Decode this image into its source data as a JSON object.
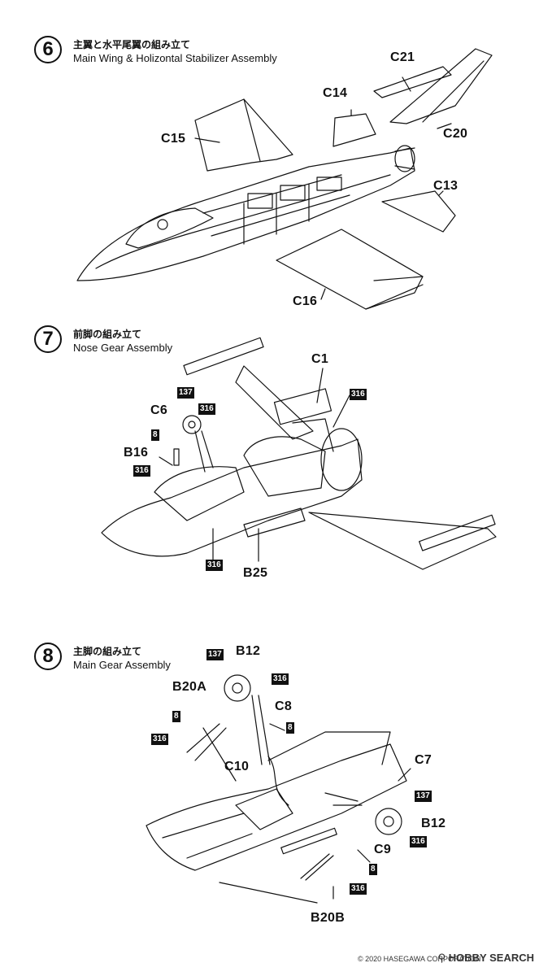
{
  "steps": [
    {
      "number": "6",
      "title_jp": "主翼と水平尾翼の組み立て",
      "title_en": "Main Wing & Holizontal Stabilizer Assembly",
      "parts": [
        "C21",
        "C14",
        "C15",
        "C20",
        "C13",
        "C16"
      ]
    },
    {
      "number": "7",
      "title_jp": "前脚の組み立て",
      "title_en": "Nose Gear Assembly",
      "parts": [
        "C1",
        "C6",
        "B16",
        "B25"
      ],
      "paints": [
        "137",
        "316",
        "316",
        "8",
        "316",
        "316"
      ]
    },
    {
      "number": "8",
      "title_jp": "主脚の組み立て",
      "title_en": "Main Gear Assembly",
      "parts": [
        "B12",
        "B20A",
        "C8",
        "C10",
        "C7",
        "B12",
        "C9",
        "B20B"
      ],
      "paints": [
        "137",
        "316",
        "8",
        "316",
        "8",
        "137",
        "316",
        "8",
        "316"
      ]
    }
  ],
  "watermark": {
    "copyright": "© 2020 HASEGAWA CORPORATION",
    "brand": "HOBBY SEARCH"
  }
}
